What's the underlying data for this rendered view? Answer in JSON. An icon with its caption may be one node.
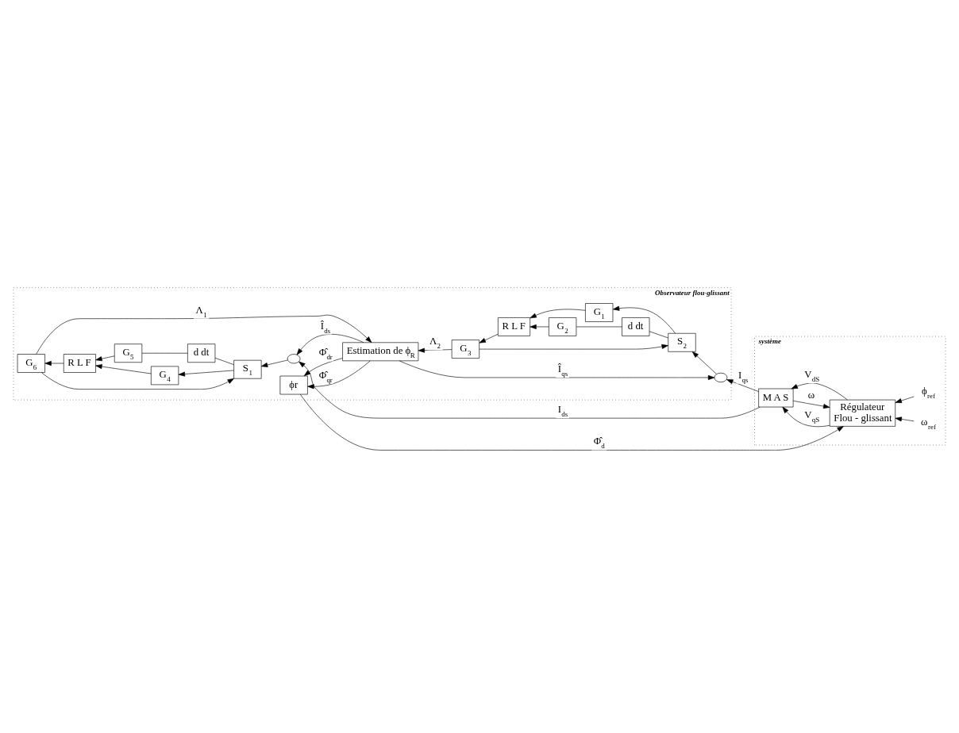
{
  "diagram": {
    "nodes": [
      {
        "text": [
          "système"
        ]
      },
      {
        "text": [
          "Régulateur",
          "Flou - glissant"
        ],
        "in": 0
      },
      {
        "text": [
          "M A S"
        ],
        "in": 0
      },
      {
        "text": [
          "Observateur flou-glissant"
        ]
      },
      {
        "text": [
          "Estimation de ϕ$_{R}$"
        ],
        "in": 3
      },
      {
        "text": [
          "ϕr"
        ],
        "in": 3
      },
      {
        "text": [
          "G$_{3}$"
        ],
        "in": 3
      },
      {
        "text": [
          "R L F"
        ],
        "in": 3
      },
      {
        "text": [
          "G$_{1}$"
        ],
        "in": 3
      },
      {
        "text": [
          "G$_{2}$"
        ],
        "in": 3
      },
      {
        "text": [
          "d dt"
        ],
        "in": 3
      },
      {
        "text": [
          "S$_{2}$"
        ],
        "in": 3
      },
      {
        "text": [],
        "shape": "circle",
        "in": 3
      },
      {
        "text": [
          "G$_{6}$"
        ],
        "in": 3
      },
      {
        "text": [
          "R L F"
        ],
        "in": 3
      },
      {
        "text": [
          "G$_{4}$"
        ],
        "in": 3
      },
      {
        "text": [
          "G$_{5}$"
        ],
        "in": 3
      },
      {
        "text": [
          "d dt"
        ],
        "in": 3
      },
      {
        "text": [
          "S$_{1}$"
        ],
        "in": 3
      },
      {
        "text": [],
        "shape": "circle",
        "in": 3
      },
      {
        "text": [
          "ϕ$_{ref}$"
        ],
        "in": 0
      },
      {
        "text": [
          "ω$_{ref}$"
        ],
        "in": 0
      }
    ],
    "edges": [
      {
        "from": 20,
        "to": 1,
        "arrow": "to"
      },
      {
        "from": 21,
        "to": 1,
        "arrow": "to"
      },
      {
        "from": 5,
        "to": 1,
        "arrow": "to",
        "label": "Φ̂$_{d}$"
      },
      {
        "from": 2,
        "to": 1,
        "arrow": "to",
        "label": "ω"
      },
      {
        "from": 1,
        "to": 2,
        "arrow": "to",
        "label": "V$_{dS}$"
      },
      {
        "from": 1,
        "to": 2,
        "arrow": "to",
        "label": "V$_{qS}$"
      },
      {
        "from": 2,
        "to": 19,
        "arrow": "to",
        "label": "I$_{ds}$"
      },
      {
        "from": 2,
        "to": 12,
        "arrow": "to",
        "label": "I$_{qs}$"
      },
      {
        "from": 4,
        "to": 12,
        "arrow": "to",
        "label": "Î$_{qs}$"
      },
      {
        "from": 12,
        "to": 11,
        "arrow": "to"
      },
      {
        "from": 11,
        "to": 8,
        "arrow": "to"
      },
      {
        "from": 11,
        "to": 10,
        "arrow": "none"
      },
      {
        "from": 10,
        "to": 9,
        "arrow": "none"
      },
      {
        "from": 8,
        "to": 7,
        "arrow": "to"
      },
      {
        "from": 9,
        "to": 7,
        "arrow": "to"
      },
      {
        "from": 7,
        "to": 6,
        "arrow": "to"
      },
      {
        "from": 6,
        "to": 11,
        "arrow": "to"
      },
      {
        "from": 6,
        "to": 4,
        "arrow": "to",
        "label": "Λ$_{2}$"
      },
      {
        "from": 4,
        "to": 5,
        "arrow": "to",
        "label": "Φ̂$_{qr}$"
      },
      {
        "from": 4,
        "to": 5,
        "arrow": "to",
        "label": "Φ̂$_{dr}$"
      },
      {
        "from": 13,
        "to": 4,
        "arrow": "to",
        "label": "Λ$_{1}$"
      },
      {
        "from": 13,
        "to": 18,
        "arrow": "to"
      },
      {
        "from": 14,
        "to": 13,
        "arrow": "to"
      },
      {
        "from": 15,
        "to": 14,
        "arrow": "to"
      },
      {
        "from": 16,
        "to": 14,
        "arrow": "to"
      },
      {
        "from": 17,
        "to": 16,
        "arrow": "none"
      },
      {
        "from": 18,
        "to": 17,
        "arrow": "none"
      },
      {
        "from": 18,
        "to": 15,
        "arrow": "to"
      },
      {
        "from": 19,
        "to": 18,
        "arrow": "to"
      },
      {
        "from": 4,
        "to": 19,
        "arrow": "to",
        "label": "Î$_{ds}$"
      }
    ]
  }
}
